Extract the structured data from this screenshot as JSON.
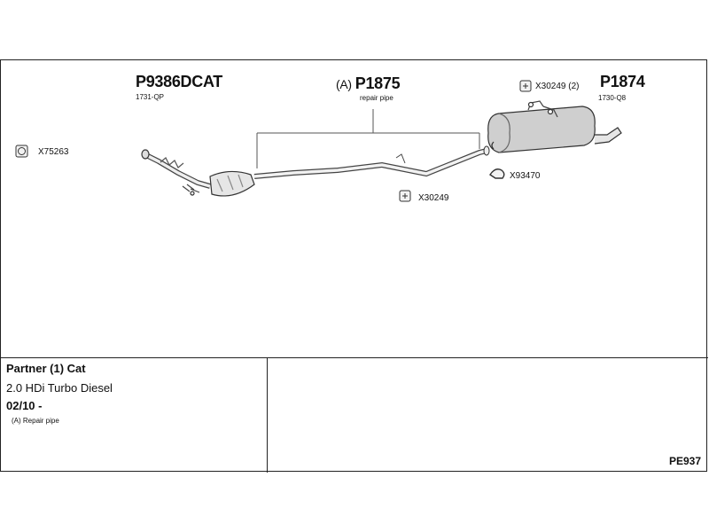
{
  "parts": {
    "cat": {
      "number": "P9386DCAT",
      "sub": "1731-QP"
    },
    "middle": {
      "prefix": "(A)",
      "number": "P1875",
      "sub": "repair pipe"
    },
    "rear": {
      "number": "P1874",
      "sub": "1730-Q8",
      "clip": "X30249 (2)"
    }
  },
  "accessories": {
    "gasket": "X75263",
    "clamp_under_pipe": "X30249",
    "hanger": "X93470"
  },
  "info": {
    "title": "Partner (1) Cat",
    "engine": "2.0 HDi Turbo Diesel",
    "date": "02/10 -",
    "note": "(A) Repair pipe"
  },
  "diagram_code": "PE937"
}
